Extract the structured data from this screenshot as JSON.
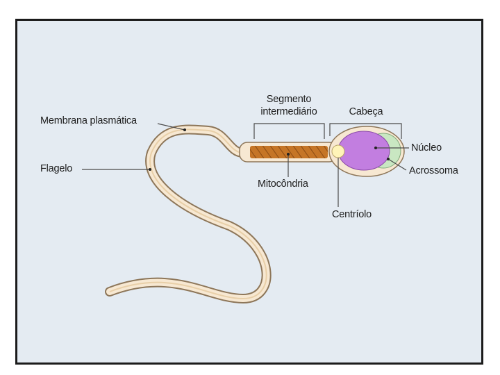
{
  "labels": {
    "membrana": "Membrana plasmática",
    "flagelo": "Flagelo",
    "segmento_line1": "Segmento",
    "segmento_line2": "intermediário",
    "cabeca": "Cabeça",
    "nucleo": "Núcleo",
    "acrossoma": "Acrossoma",
    "mitocondria": "Mitocôndria",
    "centriolo": "Centríolo"
  },
  "colors": {
    "background": "#e4ebf2",
    "border": "#1b1b1b",
    "membrane": "#f7e8d2",
    "membrane_outline": "#9b8468",
    "mitochondria": "#c77a2c",
    "nucleus": "#c27ee0",
    "acrosome": "#c9e7c2",
    "centriole": "#fff4b8"
  }
}
